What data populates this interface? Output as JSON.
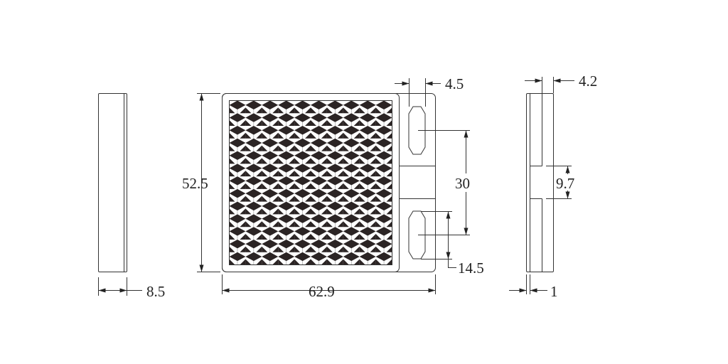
{
  "colors": {
    "line": "#333333",
    "fill_dark": "#2b2424",
    "background": "#ffffff"
  },
  "dimensions": {
    "thickness": "8.5",
    "height": "52.5",
    "width": "62.9",
    "slot_width": "4.5",
    "slot_spacing": "30",
    "slot_length": "14.5",
    "side_depth": "4.2",
    "side_gap": "9.7",
    "side_wall": "1"
  },
  "reflector_pattern": {
    "columns": 10,
    "rows": 13
  }
}
